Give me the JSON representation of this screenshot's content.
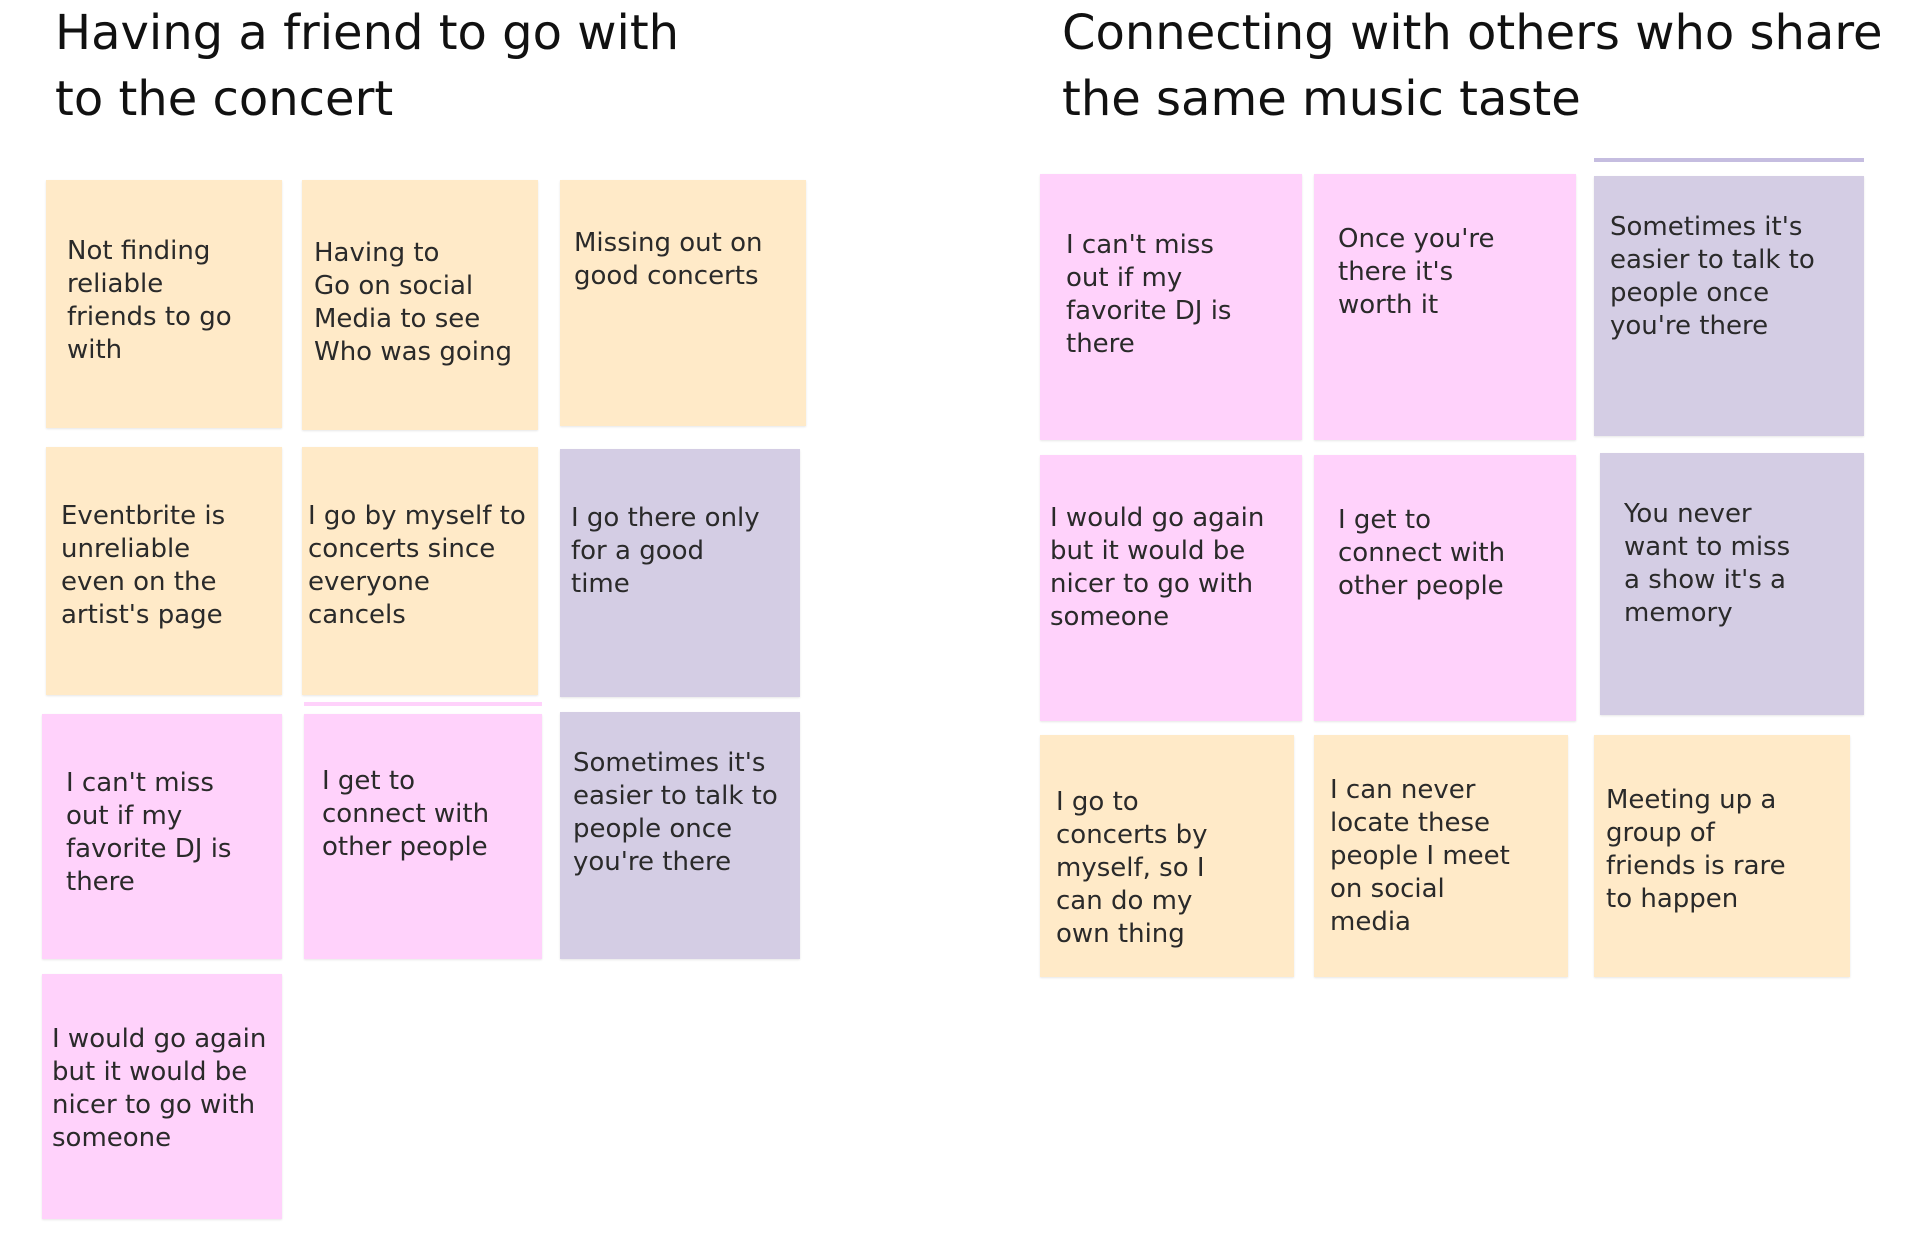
{
  "clusters": [
    {
      "title": "Having a friend to go with\nto the concert",
      "notes": [
        {
          "text": "Not finding\nreliable\nfriends to go\nwith",
          "color": "#ffeac8"
        },
        {
          "text": "Having to\nGo on social\nMedia to see\nWho was going",
          "color": "#ffeac8"
        },
        {
          "text": "Missing out on\ngood concerts",
          "color": "#ffeac8"
        },
        {
          "text": "Eventbrite is\nunreliable\neven on the\nartist's page",
          "color": "#ffeac8"
        },
        {
          "text": "I go by myself to\nconcerts since\neveryone\ncancels",
          "color": "#ffeac8"
        },
        {
          "text": "I go there only\nfor a good\ntime",
          "color": "#d4cde4"
        },
        {
          "text": "I can't miss\nout if my\nfavorite DJ is\nthere",
          "color": "#ffd2fb"
        },
        {
          "text": "I get to\nconnect with\nother people",
          "color": "#ffd2fb"
        },
        {
          "text": "Sometimes it's\neasier to talk to\npeople once\nyou're there",
          "color": "#d4cde4"
        },
        {
          "text": "I would go again\nbut it would be\nnicer to go with\nsomeone",
          "color": "#ffd2fb"
        }
      ]
    },
    {
      "title": "Connecting with others who share\nthe same music taste",
      "notes": [
        {
          "text": "I can't miss\nout if my\nfavorite DJ is\nthere",
          "color": "#ffd2fb"
        },
        {
          "text": "Once you're\nthere it's\nworth it",
          "color": "#ffd2fb"
        },
        {
          "text": "Sometimes it's\neasier to talk to\npeople once\nyou're there",
          "color": "#d4cde4"
        },
        {
          "text": "I would go again\nbut it would be\nnicer to go with\nsomeone",
          "color": "#ffd2fb"
        },
        {
          "text": "I get to\nconnect with\nother people",
          "color": "#ffd2fb"
        },
        {
          "text": "You never\nwant to miss\na show it's a\nmemory",
          "color": "#d4cde4"
        },
        {
          "text": "I go to\nconcerts by\nmyself, so I\ncan do my\nown thing",
          "color": "#ffeac8"
        },
        {
          "text": "I can never\nlocate these\npeople I meet\non social\nmedia",
          "color": "#ffeac8"
        },
        {
          "text": "Meeting up a\ngroup of\nfriends is rare\nto happen",
          "color": "#ffeac8"
        }
      ]
    }
  ]
}
